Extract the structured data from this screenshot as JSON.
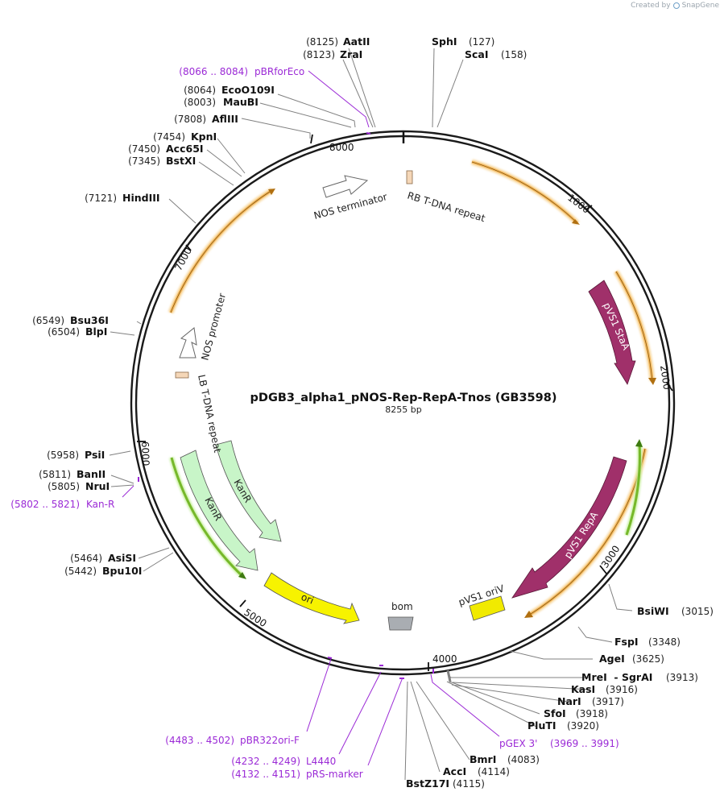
{
  "credit": {
    "text": "Created by",
    "brand": "SnapGene"
  },
  "plasmid": {
    "name": "pDGB3_alpha1_pNOS-Rep-RepA-Tnos (GB3598)",
    "length_label": "8255 bp"
  },
  "tick_labels": [
    "8000",
    "1000",
    "2000",
    "3000",
    "4000",
    "5000",
    "6000",
    "7000"
  ],
  "features": [
    {
      "name": "NOS terminator",
      "color": "#ffffff"
    },
    {
      "name": "RB T-DNA repeat",
      "color": "#f5d7b8"
    },
    {
      "name": "pVS1 StaA",
      "color": "#a0306a"
    },
    {
      "name": "pVS1 RepA",
      "color": "#a0306a"
    },
    {
      "name": "pVS1 oriV",
      "color": "#f1ea00"
    },
    {
      "name": "bom",
      "color": "#a9adb2"
    },
    {
      "name": "ori",
      "color": "#f7f300"
    },
    {
      "name": "KanR",
      "color": "#c8f5c8"
    },
    {
      "name": "KanR",
      "color": "#c8f5c8"
    },
    {
      "name": "LB T-DNA repeat",
      "color": "#f5d7b8"
    },
    {
      "name": "NOS promoter",
      "color": "#ffffff"
    }
  ],
  "sites": [
    {
      "pos": "(8125)",
      "name": "AatII"
    },
    {
      "pos": "(8123)",
      "name": "ZraI"
    },
    {
      "pos": "(8064)",
      "name": "EcoO109I"
    },
    {
      "pos": "(8003)",
      "name": "MauBI"
    },
    {
      "pos": "(7808)",
      "name": "AflIII"
    },
    {
      "pos": "(7454)",
      "name": "KpnI"
    },
    {
      "pos": "(7450)",
      "name": "Acc65I"
    },
    {
      "pos": "(7345)",
      "name": "BstXI"
    },
    {
      "pos": "(7121)",
      "name": "HindIII"
    },
    {
      "pos": "(6549)",
      "name": "Bsu36I"
    },
    {
      "pos": "(6504)",
      "name": "BlpI"
    },
    {
      "pos": "(5958)",
      "name": "PsiI"
    },
    {
      "pos": "(5811)",
      "name": "BanII"
    },
    {
      "pos": "(5805)",
      "name": "NruI"
    },
    {
      "pos": "(5464)",
      "name": "AsiSI"
    },
    {
      "pos": "(5442)",
      "name": "Bpu10I"
    },
    {
      "pos": "(127)",
      "name": "SphI"
    },
    {
      "pos": "(158)",
      "name": "ScaI"
    },
    {
      "pos": "(3015)",
      "name": "BsiWI"
    },
    {
      "pos": "(3348)",
      "name": "FspI"
    },
    {
      "pos": "(3625)",
      "name": "AgeI"
    },
    {
      "pos": "(3913)",
      "name": "MreI  - SgrAI"
    },
    {
      "pos": "(3916)",
      "name": "KasI"
    },
    {
      "pos": "(3917)",
      "name": "NarI"
    },
    {
      "pos": "(3918)",
      "name": "SfoI"
    },
    {
      "pos": "(3920)",
      "name": "PluTI"
    },
    {
      "pos": "(4083)",
      "name": "BmrI"
    },
    {
      "pos": "(4114)",
      "name": "AccI"
    },
    {
      "pos": "(4115)",
      "name": "BstZ17I"
    }
  ],
  "primers": [
    {
      "pos": "(8066 .. 8084)",
      "name": "pBRforEco"
    },
    {
      "pos": "(5802 .. 5821)",
      "name": "Kan-R"
    },
    {
      "pos": "(3969 .. 3991)",
      "name": "pGEX 3'"
    },
    {
      "pos": "(4483 .. 4502)",
      "name": "pBR322ori-F"
    },
    {
      "pos": "(4232 .. 4249)",
      "name": "L4440"
    },
    {
      "pos": "(4132 .. 4151)",
      "name": "pRS-marker"
    }
  ],
  "colors": {
    "backbone": "#1a1a1a",
    "enzyme_line": "#808080",
    "primer": "#9b2ad6",
    "orf_fill": "#f4b960",
    "orf_stroke": "#8a5a10",
    "orf_green": "#76b82a"
  }
}
